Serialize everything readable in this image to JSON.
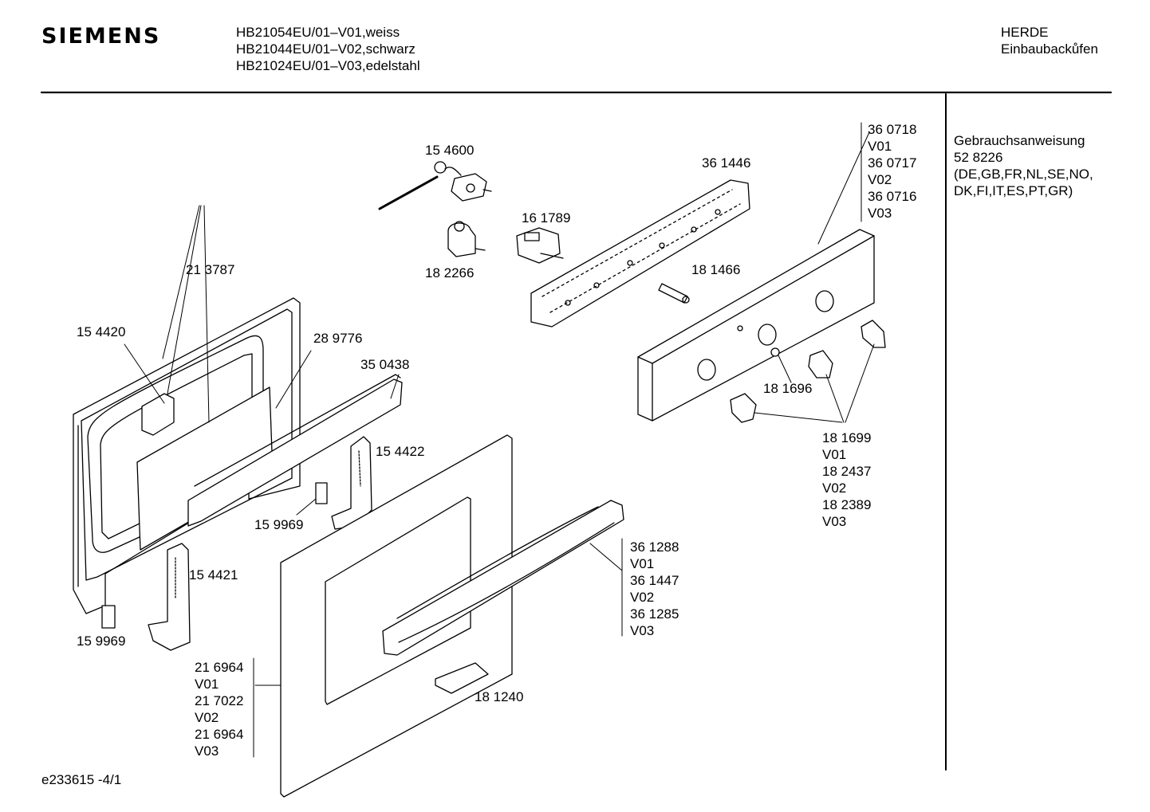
{
  "header": {
    "brand": "SIEMENS",
    "models": [
      "HB21054EU/01–V01,weiss",
      "HB21044EU/01–V02,schwarz",
      "HB21024EU/01–V03,edelstahl"
    ],
    "category": [
      "HERDE",
      "Einbaubackůfen"
    ]
  },
  "sidebar": {
    "note": [
      "Gebrauchsanweisung",
      "52 8226",
      "(DE,GB,FR,NL,SE,NO,",
      "DK,FI,IT,ES,PT,GR)"
    ]
  },
  "footer": {
    "code": "e233615  -4/1"
  },
  "parts": {
    "p154600": "15 4600",
    "p161789": "16 1789",
    "p182266": "18 2266",
    "p361446": "36 1446",
    "p181466": "18 1466",
    "p213787": "21 3787",
    "p154420": "15 4420",
    "p289776": "28 9776",
    "p350438": "35 0438",
    "p154422": "15 4422",
    "p159969a": "15 9969",
    "p159969b": "15 9969",
    "p154421": "15 4421",
    "p181240": "18 1240",
    "p181696": "18 1696"
  },
  "groups": {
    "panel": [
      "36 0718",
      "V01",
      "36 0717",
      "V02",
      "36 0716",
      "V03"
    ],
    "knobs": [
      "18 1699",
      "V01",
      "18 2437",
      "V02",
      "18 2389",
      "V03"
    ],
    "handle": [
      "36 1288",
      "V01",
      "36 1447",
      "V02",
      "36 1285",
      "V03"
    ],
    "door": [
      "21 6964",
      "V01",
      "21 7022",
      "V02",
      "21 6964",
      "V03"
    ]
  }
}
